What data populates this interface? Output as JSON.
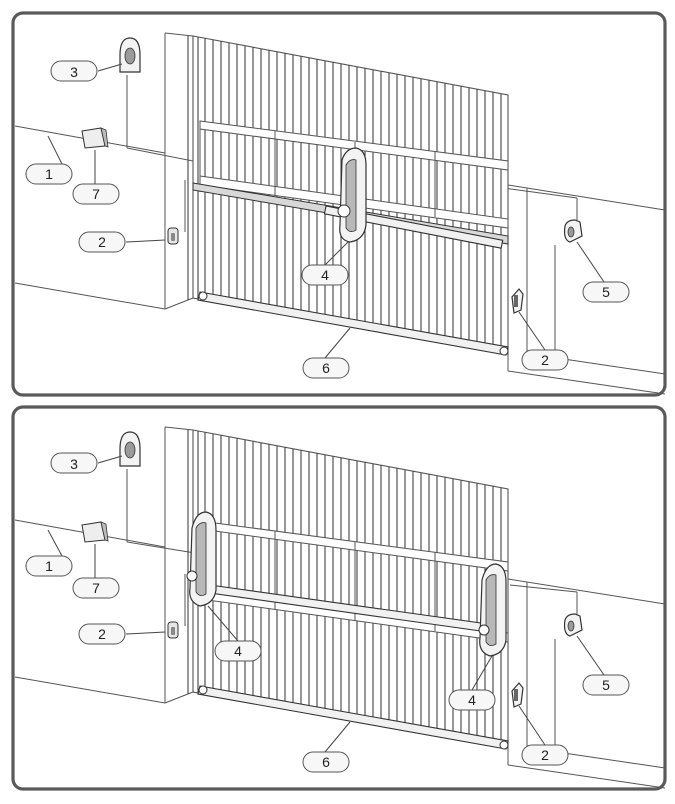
{
  "panels": [
    {
      "id": "top",
      "callouts": [
        {
          "key": "photocell-left",
          "label": "1"
        },
        {
          "key": "key-selector",
          "label": "2"
        },
        {
          "key": "flashing-light",
          "label": "3"
        },
        {
          "key": "motor-center",
          "label": "4"
        },
        {
          "key": "photocell-right",
          "label": "5"
        },
        {
          "key": "bottom-rail",
          "label": "6"
        },
        {
          "key": "keypad",
          "label": "7"
        },
        {
          "key": "photocell-right-lower",
          "label": "2"
        }
      ]
    },
    {
      "id": "bottom",
      "callouts": [
        {
          "key": "flashing-light",
          "label": "3"
        },
        {
          "key": "photocell-left",
          "label": "1"
        },
        {
          "key": "keypad",
          "label": "7"
        },
        {
          "key": "key-selector",
          "label": "2"
        },
        {
          "key": "motor-left",
          "label": "4"
        },
        {
          "key": "motor-right",
          "label": "4"
        },
        {
          "key": "photocell-right",
          "label": "5"
        },
        {
          "key": "bottom-rail",
          "label": "6"
        },
        {
          "key": "photocell-right-lower",
          "label": "2"
        }
      ]
    }
  ],
  "colors": {
    "frame": "#5a5a5a",
    "line": "#555555",
    "bubble": "#f7f7f7"
  }
}
